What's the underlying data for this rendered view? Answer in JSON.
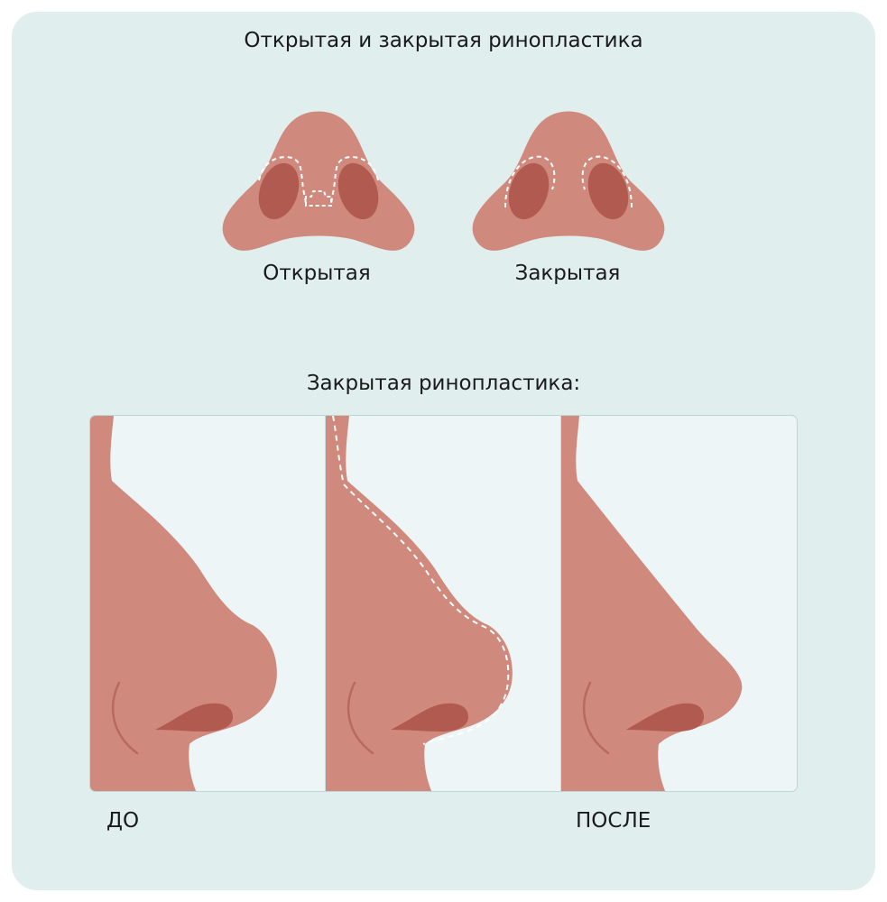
{
  "title": "Открытая и закрытая ринопластика",
  "top_labels": {
    "open": "Открытая",
    "closed": "Закрытая"
  },
  "subtitle": "Закрытая ринопластика:",
  "bottom_labels": {
    "before": "ДО",
    "after": "ПОСЛЕ"
  },
  "colors": {
    "background": "#e1eeee",
    "skin": "#d0897d",
    "nostril": "#b15a4f",
    "panel_bg": "#edf5f7",
    "incision": "#ffffff"
  },
  "icons": [
    "nose-bottom-open",
    "nose-bottom-closed",
    "nose-profile-before",
    "nose-profile-during",
    "nose-profile-after"
  ]
}
